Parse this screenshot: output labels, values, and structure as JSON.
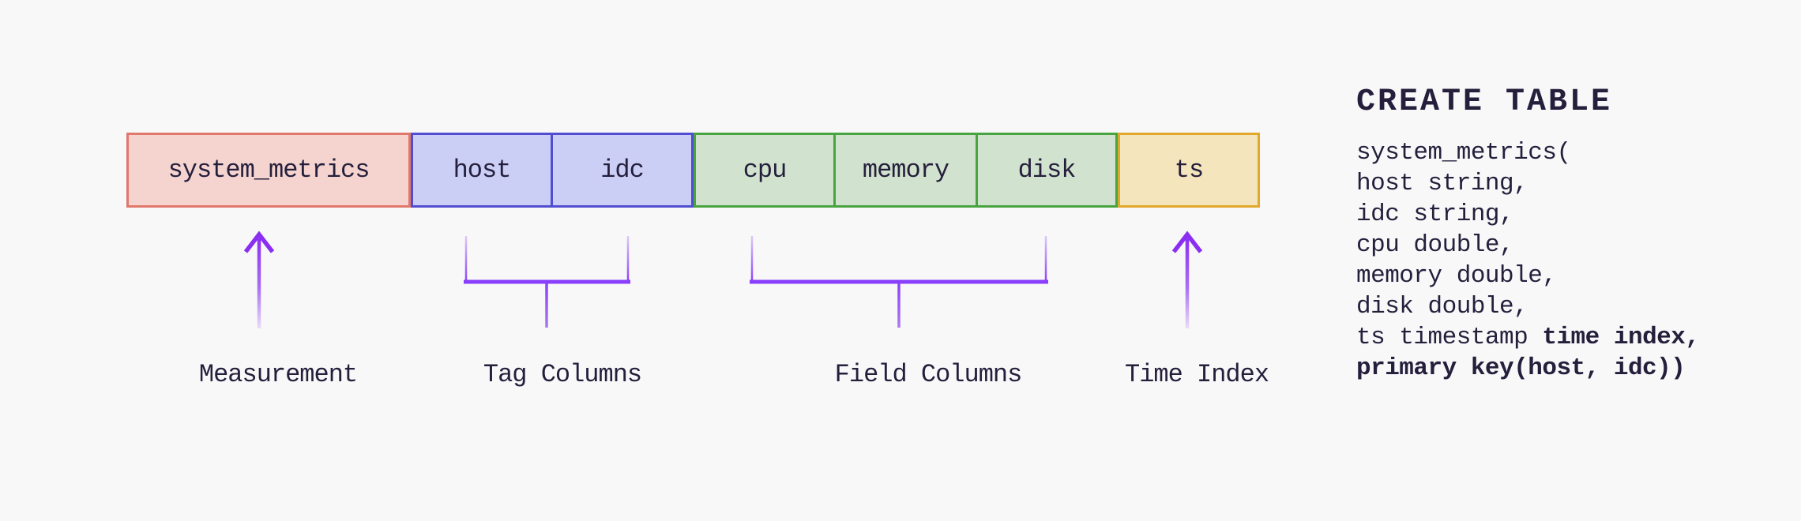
{
  "page": {
    "background": "#f8f8f9",
    "ink": "#251f3c",
    "accent_purple": "#8a3ffc"
  },
  "table": {
    "cells": [
      {
        "label": "system_metrics",
        "role": "measurement",
        "fill": "#f5d4d0",
        "border": "#e0786c"
      },
      {
        "label": "host",
        "role": "tag",
        "fill": "#cbcef5",
        "border": "#514ed0"
      },
      {
        "label": "idc",
        "role": "tag",
        "fill": "#cbcef5",
        "border": "#514ed0"
      },
      {
        "label": "cpu",
        "role": "field",
        "fill": "#d1e3ce",
        "border": "#47a43f"
      },
      {
        "label": "memory",
        "role": "field",
        "fill": "#d1e3ce",
        "border": "#47a43f"
      },
      {
        "label": "disk",
        "role": "field",
        "fill": "#d1e3ce",
        "border": "#47a43f"
      },
      {
        "label": "ts",
        "role": "time-index",
        "fill": "#f4e5bd",
        "border": "#e2a82b"
      }
    ]
  },
  "annotations": {
    "measurement": {
      "label": "Measurement"
    },
    "tag_columns": {
      "label": "Tag Columns"
    },
    "field_columns": {
      "label": "Field Columns"
    },
    "time_index": {
      "label": "Time Index"
    }
  },
  "sql": {
    "heading": "CREATE TABLE",
    "lines": [
      {
        "normal": "system_metrics("
      },
      {
        "normal": "host string,"
      },
      {
        "normal": "idc string,"
      },
      {
        "normal": "cpu double,"
      },
      {
        "normal": "memory double,"
      },
      {
        "normal": "disk double,"
      },
      {
        "normal": "ts timestamp ",
        "bold": "time index,"
      },
      {
        "bold": "primary key(host, idc))"
      }
    ]
  }
}
